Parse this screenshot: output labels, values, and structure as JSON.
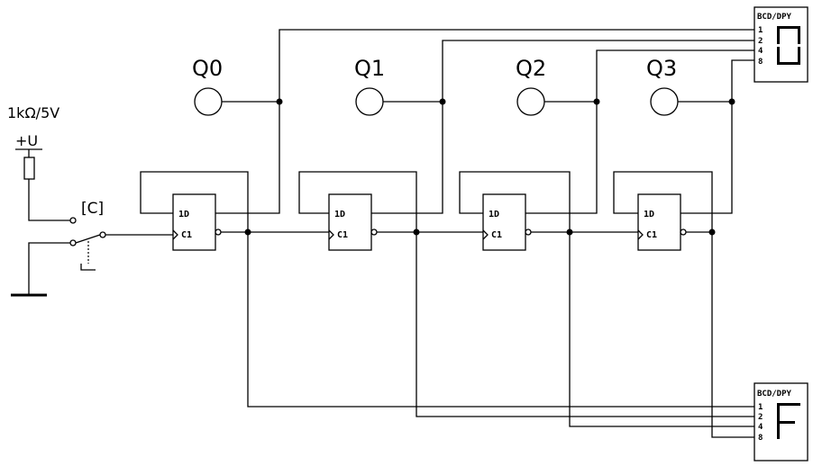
{
  "supply": {
    "spec": "1kΩ/5V",
    "label": "+U"
  },
  "switch": {
    "key": "[C]"
  },
  "flipflops": [
    {
      "d_label": "1D",
      "c_label": "C1"
    },
    {
      "d_label": "1D",
      "c_label": "C1"
    },
    {
      "d_label": "1D",
      "c_label": "C1"
    },
    {
      "d_label": "1D",
      "c_label": "C1"
    }
  ],
  "probes": [
    "Q0",
    "Q1",
    "Q2",
    "Q3"
  ],
  "displays": [
    {
      "title": "BCD/DPY",
      "inputs": [
        "1",
        "2",
        "4",
        "8"
      ],
      "digit": "0"
    },
    {
      "title": "BCD/DPY",
      "inputs": [
        "1",
        "2",
        "4",
        "8"
      ],
      "digit": "F"
    }
  ]
}
